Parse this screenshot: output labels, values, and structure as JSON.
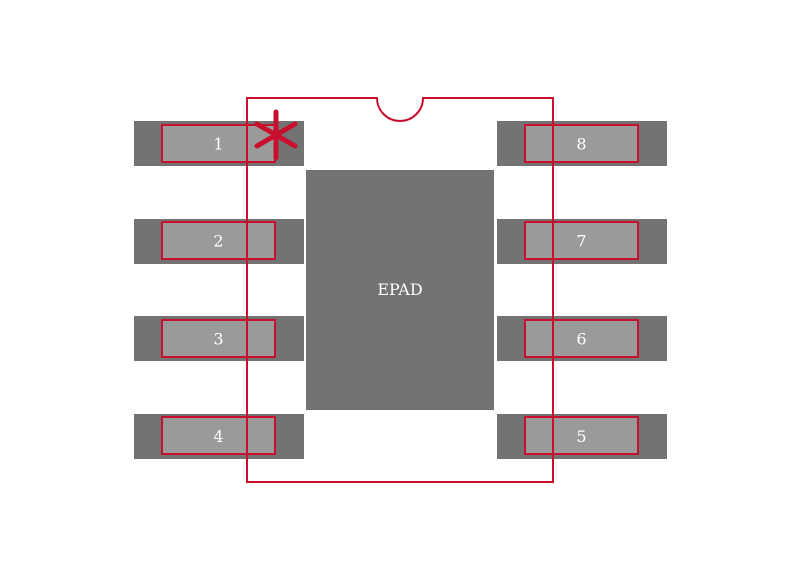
{
  "footprint": {
    "pins_left": [
      {
        "number": "1"
      },
      {
        "number": "2"
      },
      {
        "number": "3"
      },
      {
        "number": "4"
      }
    ],
    "pins_right": [
      {
        "number": "8"
      },
      {
        "number": "7"
      },
      {
        "number": "6"
      },
      {
        "number": "5"
      }
    ],
    "epad_label": "EPAD",
    "pin1_marker": "asterisk-icon",
    "colors": {
      "pad_outer": "#737373",
      "pad_inner": "#9a9a9a",
      "epad": "#737373",
      "outline": "#c8102e",
      "text": "#ffffff",
      "background": "#ffffff"
    }
  }
}
